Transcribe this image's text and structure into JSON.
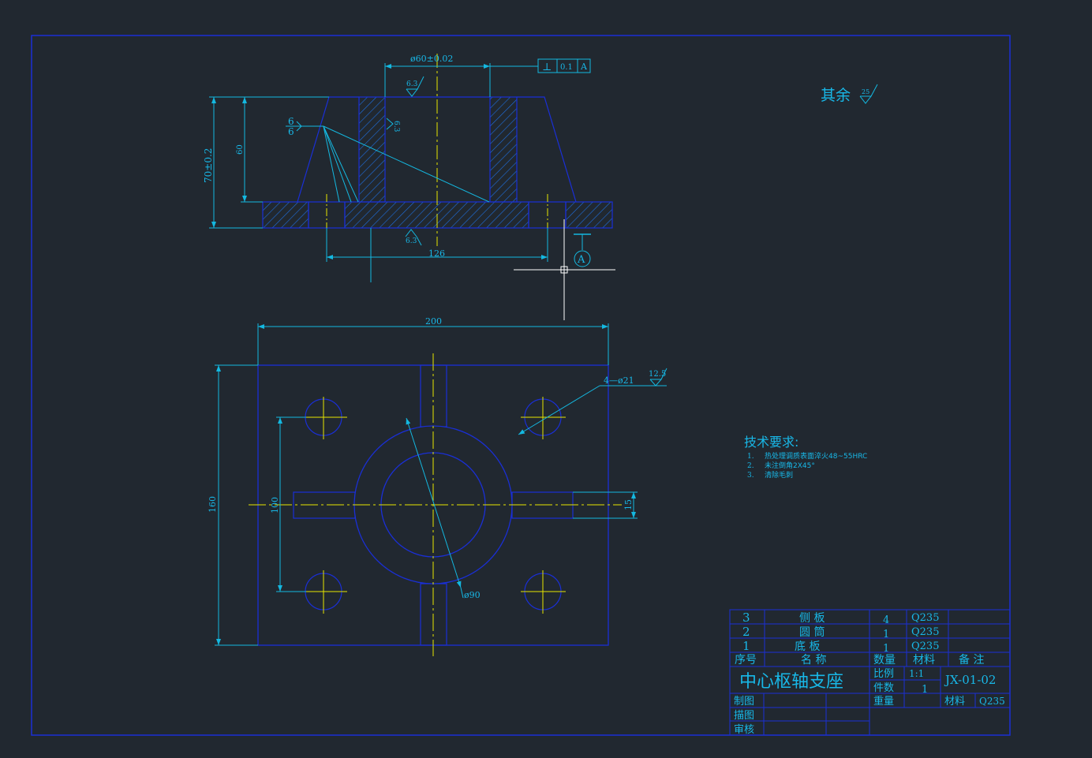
{
  "colors": {
    "background": "#212830",
    "outline": "#1a2fd6",
    "hatch": "#1e6fe0",
    "dimension": "#14b8e0",
    "centerline": "#e6e600",
    "cursor": "#ffffff",
    "text": "#18b8e8"
  },
  "front_view": {
    "dim_diameter": "ø60±0.02",
    "tolerance_symbol": "⊥",
    "tolerance_value": "0.1",
    "tolerance_datum": "A",
    "roughness_top": "6.3",
    "roughness_bottom": "6.3",
    "roughness_inner": "6.3",
    "weld_top": "6",
    "weld_bottom": "6",
    "dim_height_total": "70±0.2",
    "dim_height_inner": "60",
    "dim_width": "126",
    "datum_label": "A"
  },
  "top_view": {
    "dim_width": "200",
    "dim_height": "160",
    "dim_hole_spacing": "100",
    "dim_rib_width": "15",
    "dim_holes": "4—ø21",
    "roughness_holes": "12.5",
    "dim_circle": "ø90"
  },
  "roughness_general": {
    "label": "其余",
    "value": "25"
  },
  "technical_requirements": {
    "title": "技术要求:",
    "items": [
      {
        "no": "1.",
        "text": "热处理调质表面淬火48~55HRC"
      },
      {
        "no": "2.",
        "text": "未注倒角2X45°"
      },
      {
        "no": "3.",
        "text": "清除毛刺"
      }
    ]
  },
  "title_block": {
    "parts": [
      {
        "no": "3",
        "name": "侧  板",
        "qty": "4",
        "material": "Q235"
      },
      {
        "no": "2",
        "name": "圆  筒",
        "qty": "1",
        "material": "Q235"
      },
      {
        "no": "1",
        "name": "底  板",
        "qty": "1",
        "material": "Q235"
      }
    ],
    "headers": {
      "no": "序号",
      "name": "名  称",
      "qty": "数量",
      "material": "材料",
      "remark": "备  注"
    },
    "drawing_name": "中心枢轴支座",
    "scale_label": "比例",
    "scale_value": "1:1",
    "count_label": "件数",
    "count_value": "1",
    "weight_label": "重量",
    "drawing_no": "JX-01-02",
    "material_label": "材料",
    "material_value": "Q235",
    "drawn_by": "制图",
    "traced_by": "描图",
    "checked_by": "审核"
  }
}
